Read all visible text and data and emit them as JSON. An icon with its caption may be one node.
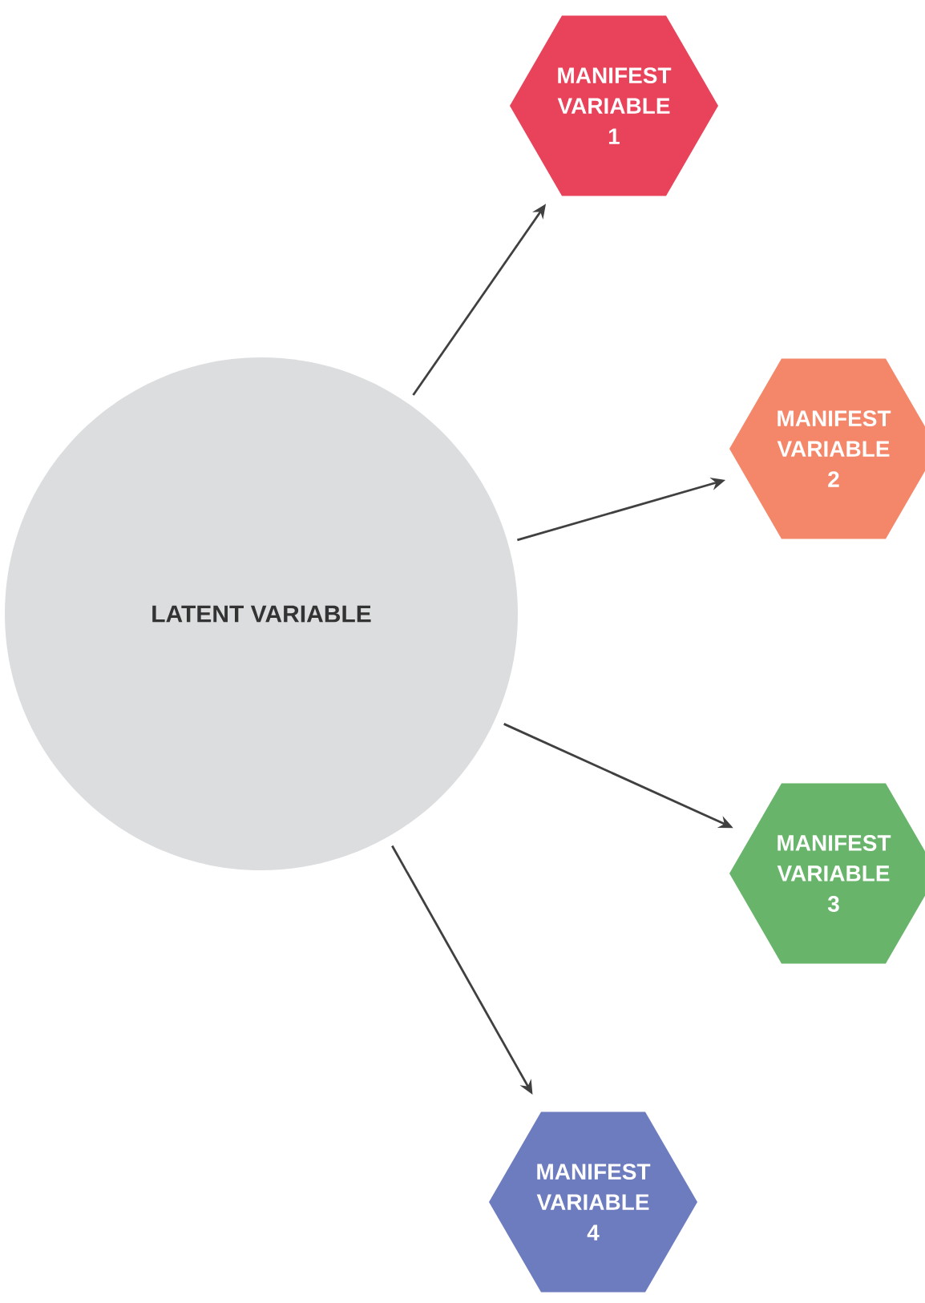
{
  "diagram": {
    "nodes": [
      {
        "text": [
          "LATENT VARIABLE"
        ]
      },
      {
        "text": [
          "MANIFEST VARIABLE 1"
        ]
      },
      {
        "text": [
          "MANIFEST VARIABLE 2"
        ]
      },
      {
        "text": [
          "MANIFEST VARIABLE 3"
        ]
      },
      {
        "text": [
          "MANIFEST VARIABLE 4"
        ]
      }
    ],
    "edges": [
      {
        "from": 0,
        "to": 1,
        "arrow": "to"
      },
      {
        "from": 0,
        "to": 2,
        "arrow": "to"
      },
      {
        "from": 0,
        "to": 3,
        "arrow": "to"
      },
      {
        "from": 0,
        "to": 4,
        "arrow": "to"
      }
    ]
  }
}
